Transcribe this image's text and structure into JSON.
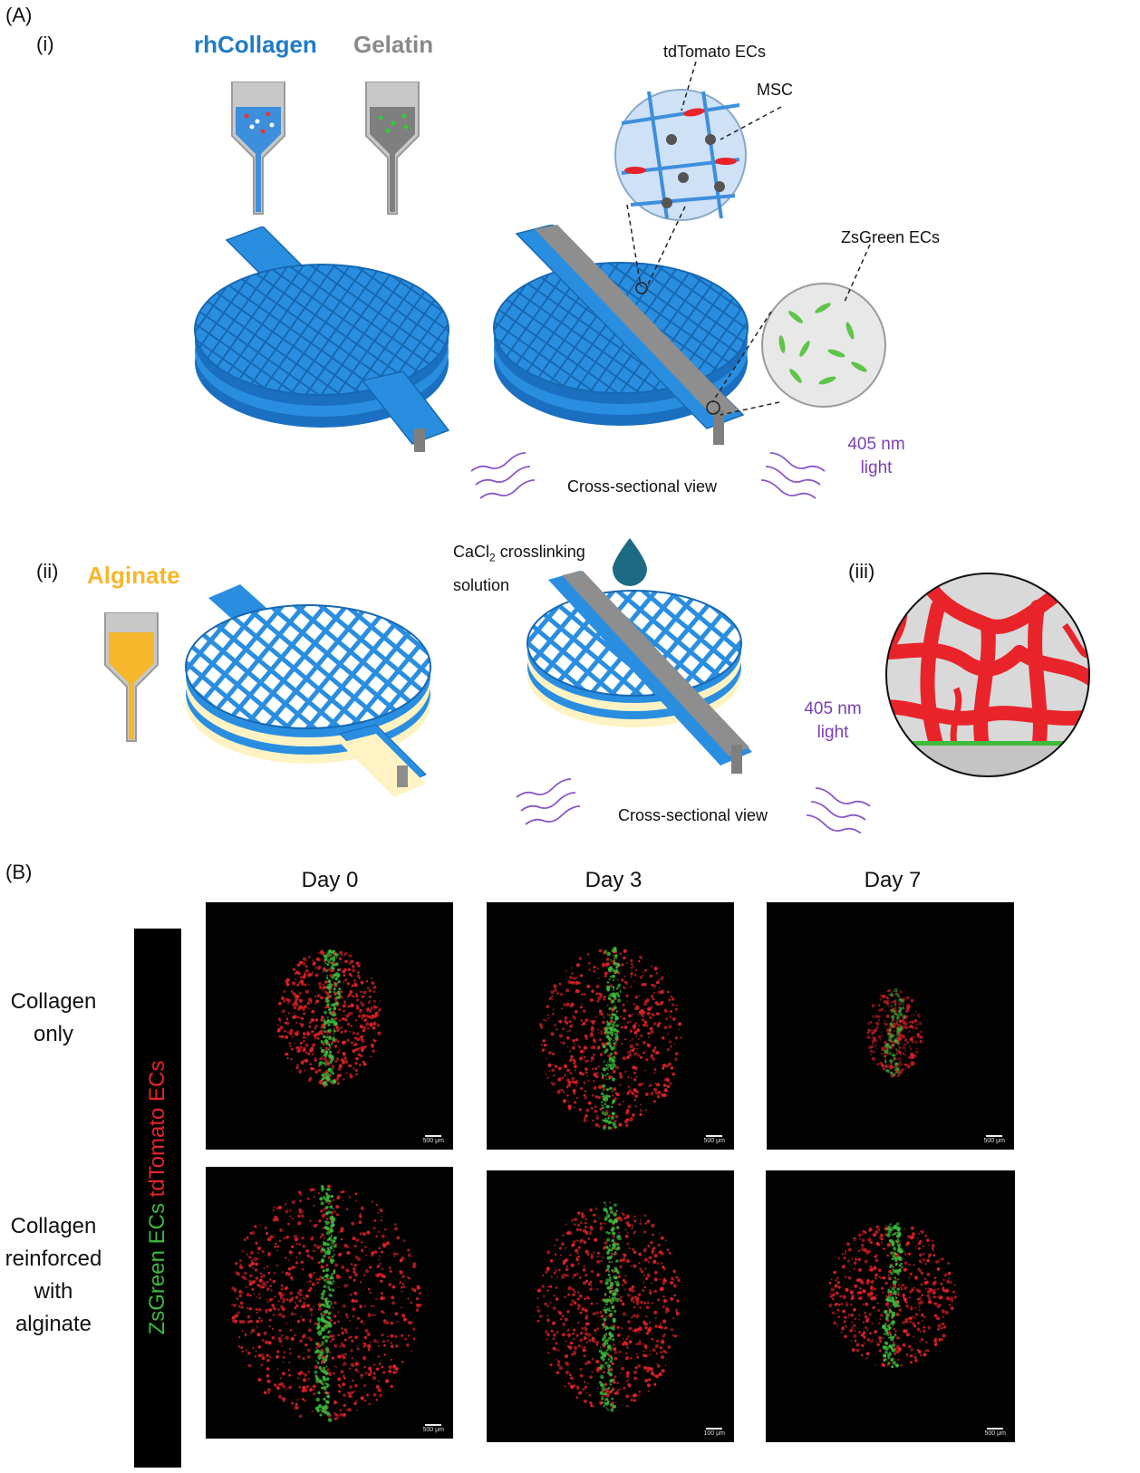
{
  "panel_A": {
    "label": "(A)",
    "sub_i": "(i)",
    "sub_ii": "(ii)",
    "sub_iii": "(iii)",
    "materials": {
      "rhcollagen": "rhCollagen",
      "gelatin": "Gelatin",
      "alginate": "Alginate"
    },
    "annotations": {
      "tdtomato": "tdTomato ECs",
      "msc": "MSC",
      "zsgreen": "ZsGreen ECs",
      "cacl2_line1": "CaCl",
      "cacl2_sub": "2",
      "cacl2_line1_rest": " crosslinking",
      "cacl2_line2": "solution",
      "cross_section_1": "Cross-sectional view",
      "cross_section_2": "Cross-sectional view",
      "light_1_line1": "405 nm",
      "light_1_line2": "light",
      "light_2_line1": "405 nm",
      "light_2_line2": "light"
    },
    "colors": {
      "rhcollagen": "#1e7bc8",
      "gelatin": "#8a8a8a",
      "alginate": "#f6b72c",
      "light": "#7b3fb5",
      "scaffold_blue": "#2a8ee0",
      "tdtomato": "#e8242a",
      "zsgreen": "#3dbb3a"
    }
  },
  "panel_B": {
    "label": "(B)",
    "columns": [
      "Day 0",
      "Day 3",
      "Day 7"
    ],
    "rows": [
      {
        "lines": [
          "Collagen",
          "only"
        ]
      },
      {
        "lines": [
          "Collagen",
          "reinforced",
          "with",
          "alginate"
        ]
      }
    ],
    "legend": {
      "green": "ZsGreen ECs",
      "red": " tdTomato ECs",
      "green_color": "#3dbb3a",
      "red_color": "#e8242a"
    },
    "scalebars": [
      "500 μm",
      "500 μm",
      "500 μm",
      "500 μm",
      "100 μm",
      "500 μm"
    ]
  }
}
